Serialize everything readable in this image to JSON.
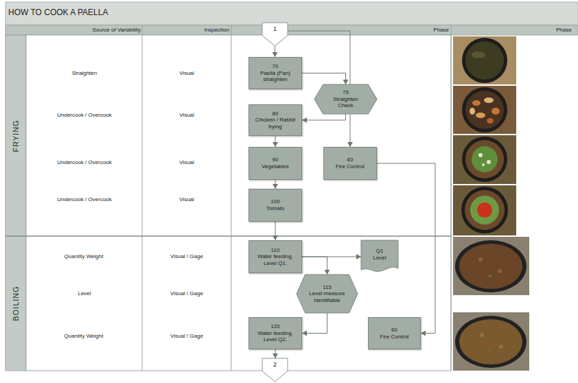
{
  "diagram": {
    "title": "HOW TO COOK A PAELLA",
    "nodes": [
      {
        "text": [
          "1"
        ]
      },
      {
        "text": [
          "FRYING"
        ]
      },
      {
        "text": [
          "70",
          "Paella (Pan) straighten"
        ],
        "in": 1
      },
      {
        "text": [
          "75",
          "Straighten Check"
        ],
        "in": 1
      },
      {
        "text": [
          "80",
          "Chicken / Rabbit frying"
        ],
        "in": 1
      },
      {
        "text": [
          "90",
          "Vegetables"
        ],
        "in": 1
      },
      {
        "text": [
          "60",
          "Fire Control"
        ],
        "in": 1
      },
      {
        "text": [
          "100",
          "Tomato"
        ],
        "in": 1
      },
      {
        "text": [
          "BOILING"
        ]
      },
      {
        "text": [
          "110",
          "Water feeding. Level Q1."
        ],
        "in": 8
      },
      {
        "text": [
          "Q1",
          "Level"
        ],
        "in": 8
      },
      {
        "text": [
          "115",
          "Level measure identifiable"
        ],
        "in": 8
      },
      {
        "text": [
          "120",
          "Water feeding. Level Q2."
        ],
        "in": 8
      },
      {
        "text": [
          "60",
          "Fire Control"
        ],
        "in": 8
      },
      {
        "text": [
          "2"
        ]
      }
    ],
    "edges": [
      {
        "from": 0,
        "to": 2,
        "arrow": "to"
      },
      {
        "from": 0,
        "to": 6,
        "arrow": "to"
      },
      {
        "from": 2,
        "to": 3,
        "arrow": "to"
      },
      {
        "from": 3,
        "to": 4,
        "arrow": "to"
      },
      {
        "from": 4,
        "to": 5,
        "arrow": "to"
      },
      {
        "from": 5,
        "to": 7,
        "arrow": "to"
      },
      {
        "from": 7,
        "to": 9,
        "arrow": "to"
      },
      {
        "from": 6,
        "to": 13,
        "arrow": "to"
      },
      {
        "from": 9,
        "to": 10,
        "arrow": "to"
      },
      {
        "from": 9,
        "to": 11,
        "arrow": "to"
      },
      {
        "from": 11,
        "to": 12,
        "arrow": "to"
      },
      {
        "from": 12,
        "to": 14,
        "arrow": "to"
      }
    ],
    "labels": [
      "Source of Variability",
      "Inspection",
      "Phase",
      "Phase",
      "Straighten",
      "Visual",
      "Undercook / Overcook",
      "Visual",
      "Undercook / Overcook",
      "Visual",
      "Undercook / Overcook",
      "Visual",
      "Quantity Weight",
      "Visual ! Gage",
      "Level",
      "Visual ! Gage",
      "Quantity Weight",
      "Visual ! Gage"
    ]
  }
}
